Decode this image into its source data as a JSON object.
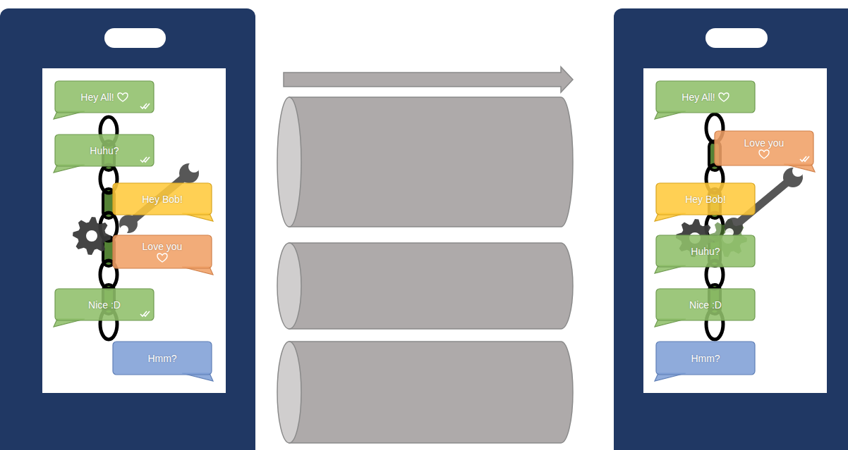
{
  "diagram": {
    "nodes": [
      {
        "text": [
          "Hey All!"
        ]
      },
      {
        "text": [
          "Huhu?"
        ]
      },
      {
        "text": [
          "Hey Bob!"
        ]
      },
      {
        "text": [
          "Love you"
        ]
      },
      {
        "text": [
          "Nice :D"
        ]
      },
      {
        "text": [
          "Hmm?"
        ]
      },
      {
        "text": [
          "Hey All!"
        ]
      },
      {
        "text": [
          "Love you"
        ]
      },
      {
        "text": [
          "Hey Bob!"
        ]
      },
      {
        "text": [
          "Huhu?"
        ]
      },
      {
        "text": [
          "Nice :D"
        ]
      },
      {
        "text": [
          "Hmm?"
        ]
      }
    ]
  }
}
